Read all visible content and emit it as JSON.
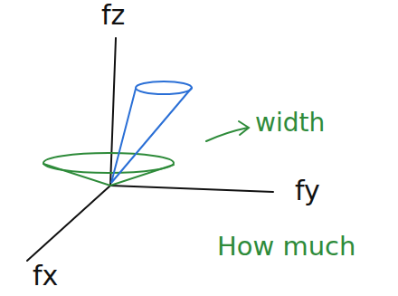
{
  "diagram": {
    "labels": [
      "fz",
      "fy",
      "fx",
      "width",
      "How much"
    ]
  }
}
